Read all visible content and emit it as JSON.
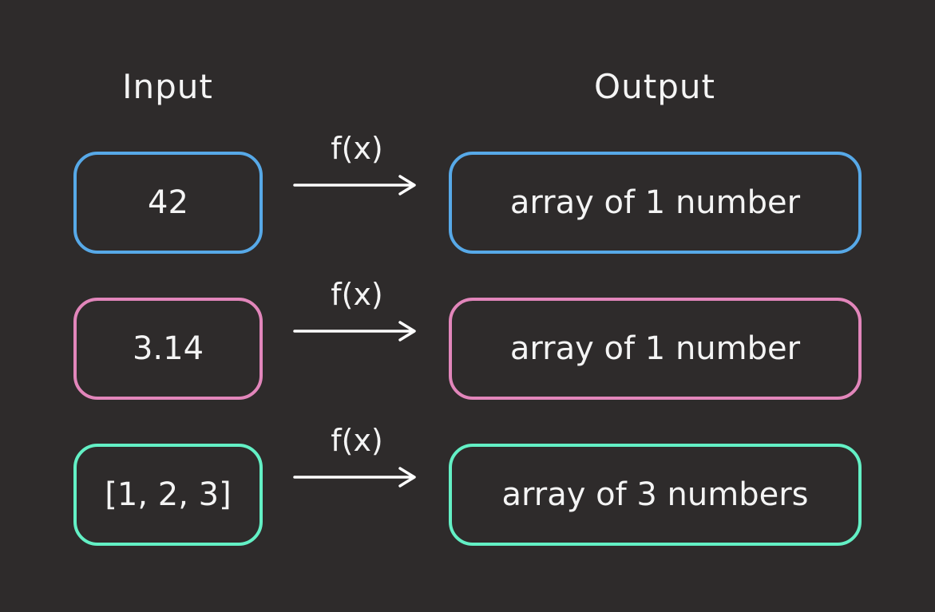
{
  "diagram": {
    "input_heading": "Input",
    "output_heading": "Output",
    "rows": [
      {
        "input": "42",
        "fx": "f(x)",
        "output": "array of 1 number",
        "color": "#57a9e8"
      },
      {
        "input": "3.14",
        "fx": "f(x)",
        "output": "array of 1 number",
        "color": "#e286bb"
      },
      {
        "input": "[1, 2, 3]",
        "fx": "f(x)",
        "output": "array of 3 numbers",
        "color": "#63f0c5"
      }
    ],
    "colors": {
      "background": "#2e2b2b",
      "text": "#f4f4f4",
      "arrow": "#ffffff"
    }
  }
}
